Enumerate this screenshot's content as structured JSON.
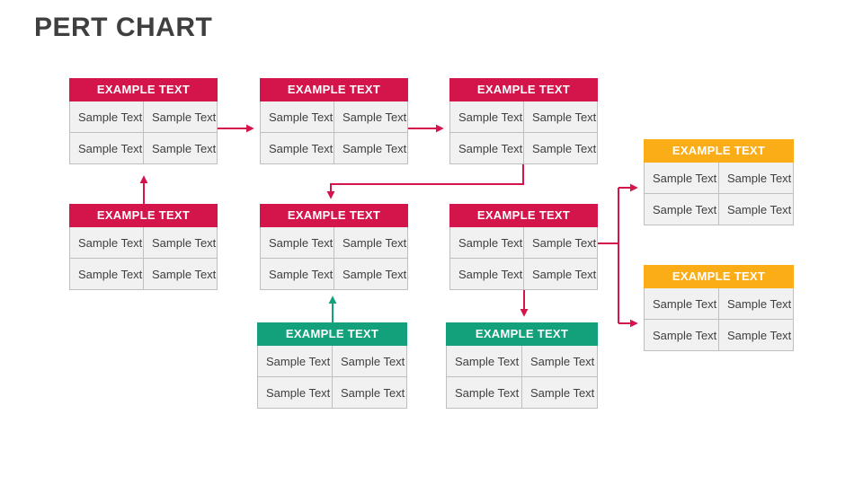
{
  "title": "PERT CHART",
  "colors": {
    "title_text": "#3f3f3f",
    "crimson": "#d4154b",
    "green": "#12a17b",
    "amber": "#fbad18",
    "cell_background": "#f1f1f1",
    "cell_border": "#bfbfbf",
    "cell_text": "#3f3f3f",
    "header_text": "#ffffff"
  },
  "nodes": [
    {
      "id": "node-1",
      "position": "top-left",
      "color_name": "crimson",
      "header": "EXAMPLE TEXT",
      "cells": [
        "Sample Text",
        "Sample Text",
        "Sample Text",
        "Sample Text"
      ]
    },
    {
      "id": "node-2",
      "position": "top-middle",
      "color_name": "crimson",
      "header": "EXAMPLE TEXT",
      "cells": [
        "Sample Text",
        "Sample Text",
        "Sample Text",
        "Sample Text"
      ]
    },
    {
      "id": "node-3",
      "position": "top-right",
      "color_name": "crimson",
      "header": "EXAMPLE TEXT",
      "cells": [
        "Sample Text",
        "Sample Text",
        "Sample Text",
        "Sample Text"
      ]
    },
    {
      "id": "node-4",
      "position": "middle-left",
      "color_name": "crimson",
      "header": "EXAMPLE TEXT",
      "cells": [
        "Sample Text",
        "Sample Text",
        "Sample Text",
        "Sample Text"
      ]
    },
    {
      "id": "node-5",
      "position": "middle-middle",
      "color_name": "crimson",
      "header": "EXAMPLE TEXT",
      "cells": [
        "Sample Text",
        "Sample Text",
        "Sample Text",
        "Sample Text"
      ]
    },
    {
      "id": "node-6",
      "position": "middle-right",
      "color_name": "crimson",
      "header": "EXAMPLE TEXT",
      "cells": [
        "Sample Text",
        "Sample Text",
        "Sample Text",
        "Sample Text"
      ]
    },
    {
      "id": "node-7",
      "position": "bottom-left",
      "color_name": "green",
      "header": "EXAMPLE TEXT",
      "cells": [
        "Sample Text",
        "Sample Text",
        "Sample Text",
        "Sample Text"
      ]
    },
    {
      "id": "node-8",
      "position": "bottom-right",
      "color_name": "green",
      "header": "EXAMPLE TEXT",
      "cells": [
        "Sample Text",
        "Sample Text",
        "Sample Text",
        "Sample Text"
      ]
    },
    {
      "id": "node-9",
      "position": "right-top",
      "color_name": "amber",
      "header": "EXAMPLE TEXT",
      "cells": [
        "Sample Text",
        "Sample Text",
        "Sample Text",
        "Sample Text"
      ]
    },
    {
      "id": "node-10",
      "position": "right-bottom",
      "color_name": "amber",
      "header": "EXAMPLE TEXT",
      "cells": [
        "Sample Text",
        "Sample Text",
        "Sample Text",
        "Sample Text"
      ]
    }
  ],
  "connectors": [
    {
      "from": "node-1",
      "to": "node-2",
      "color_name": "crimson",
      "shape": "straight-right"
    },
    {
      "from": "node-2",
      "to": "node-3",
      "color_name": "crimson",
      "shape": "straight-right"
    },
    {
      "from": "node-3",
      "to": "node-5",
      "color_name": "crimson",
      "shape": "elbow-down-left-down"
    },
    {
      "from": "node-4",
      "to": "node-1",
      "color_name": "crimson",
      "shape": "straight-up"
    },
    {
      "from": "node-6",
      "to": "node-9",
      "color_name": "crimson",
      "shape": "bracket-right-up"
    },
    {
      "from": "node-6",
      "to": "node-10",
      "color_name": "crimson",
      "shape": "bracket-right-down"
    },
    {
      "from": "node-6",
      "to": "node-8",
      "color_name": "crimson",
      "shape": "straight-down"
    },
    {
      "from": "node-7",
      "to": "node-5",
      "color_name": "green",
      "shape": "straight-up"
    }
  ]
}
